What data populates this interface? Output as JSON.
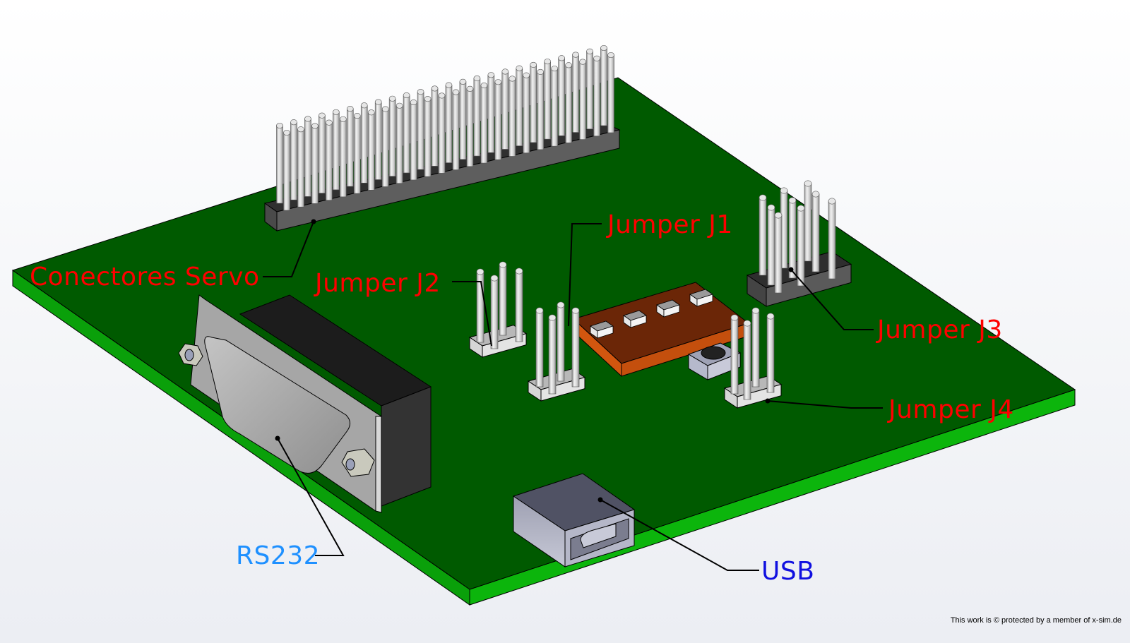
{
  "figure": {
    "title": "PCB 3D view - Servo controller board",
    "colors": {
      "board_top": "#005a00",
      "board_edge": "#0cb50c",
      "label_red": "#ff0000",
      "label_rs232": "#1e90ff",
      "label_usb": "#1010e0",
      "pin": "#d8d8d8",
      "header_base_dark": "#2e2e2e",
      "header_base_light": "#dcdcdc",
      "module_board": "#6b2607",
      "module_edge": "#d2560f"
    }
  },
  "labels": {
    "servo": "Conectores Servo",
    "j1": "Jumper J1",
    "j2": "Jumper J2",
    "j3": "Jumper J3",
    "j4": "Jumper J4",
    "rs232": "RS232",
    "usb": "USB"
  },
  "components": [
    {
      "id": "servo-header",
      "name": "Conectores Servo",
      "type": "pin-header",
      "rows": 2,
      "pins_per_row": 24
    },
    {
      "id": "jumper-j1",
      "name": "Jumper J1",
      "type": "pin-header",
      "pins": 4
    },
    {
      "id": "jumper-j2",
      "name": "Jumper J2",
      "type": "pin-header",
      "pins": 4
    },
    {
      "id": "jumper-j3",
      "name": "Jumper J3",
      "type": "pin-header",
      "pins": 9
    },
    {
      "id": "jumper-j4",
      "name": "Jumper J4",
      "type": "pin-header",
      "pins": 4
    },
    {
      "id": "rs232",
      "name": "RS232",
      "type": "db9-connector"
    },
    {
      "id": "usb",
      "name": "USB",
      "type": "usb-b-connector"
    },
    {
      "id": "led-module",
      "name": "LED module",
      "type": "submodule",
      "leds": 4
    },
    {
      "id": "push-button",
      "name": "Push button",
      "type": "tactile-switch"
    }
  ],
  "watermark": "This work is © protected by a member of x-sim.de"
}
